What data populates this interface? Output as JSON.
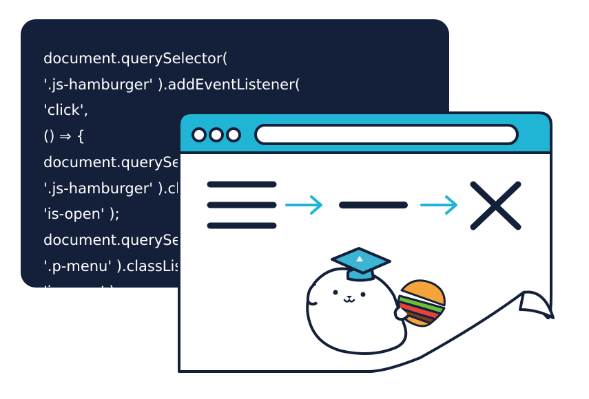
{
  "code": {
    "lines": [
      "document.querySelector(",
      "'.js-hamburger' ).addEventListener(",
      "'click',",
      "() ⇒ {",
      "document.querySelector(",
      "'.js-hamburger' ).classList.toggle(",
      "'is-open' );",
      "document.querySelector(",
      "'.p-menu' ).classList.toggle(",
      "'is-open' );"
    ]
  },
  "colors": {
    "code_background": "#14203a",
    "code_text": "#ffffff",
    "browser_bar": "#21b5d5",
    "outline": "#14203a",
    "arrow": "#21b5d5",
    "cap": "#3cb4d4"
  },
  "icons": [
    "hamburger-icon",
    "arrow-right-icon",
    "minus-icon",
    "close-icon",
    "graduation-cap-icon",
    "hamburger-food-icon"
  ]
}
